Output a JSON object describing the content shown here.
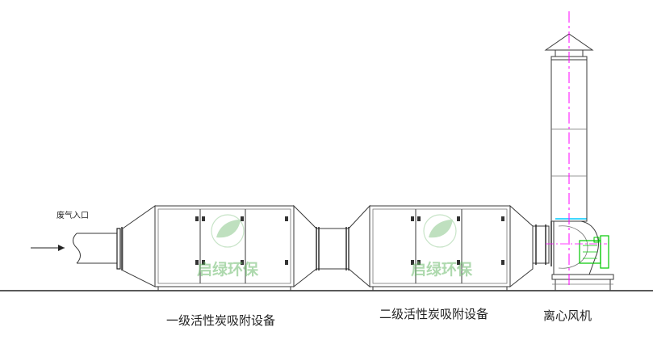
{
  "labels": {
    "inlet": "废气入口",
    "stage1": "一级活性炭吸附设备",
    "stage2": "二级活性炭吸附设备",
    "fan": "离心风机"
  },
  "watermark": {
    "text": "启绿环保"
  },
  "colors": {
    "line": "#3a3a3a",
    "centerline": "#ff00ff",
    "fan_motor": "#00c800",
    "fan_cyan": "#00c8ff",
    "watermark_green": "#6dbb6d"
  },
  "icons": {
    "arrow": "right-arrow-icon",
    "logo": "leaf-logo-icon"
  }
}
